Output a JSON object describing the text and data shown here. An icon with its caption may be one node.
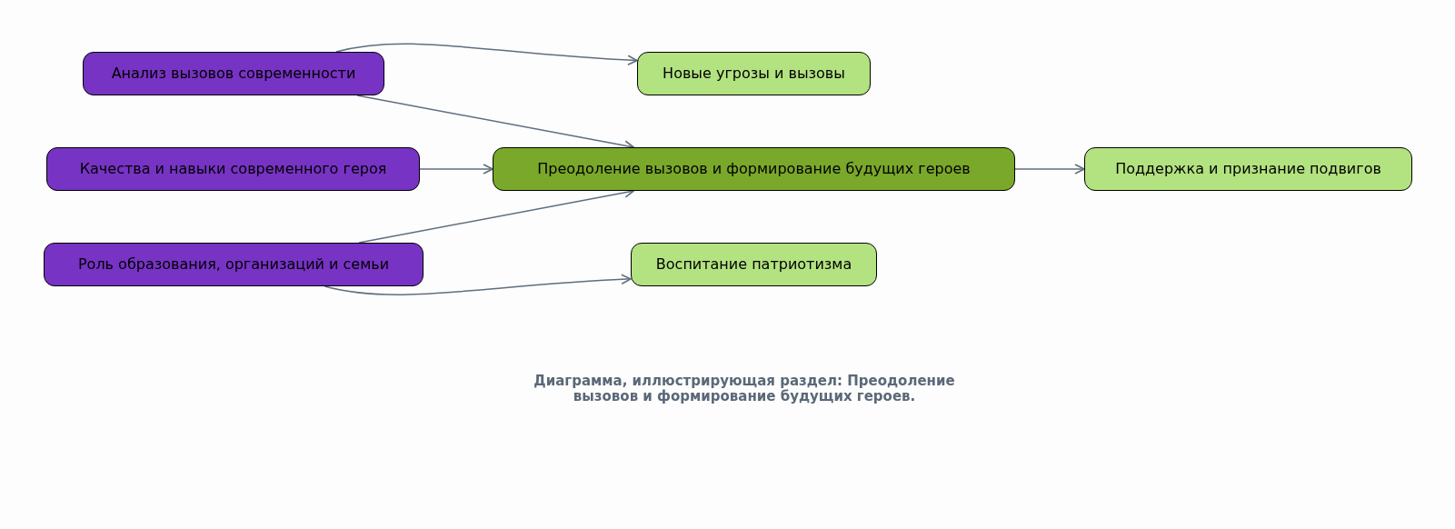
{
  "diagram": {
    "caption": "Диаграмма, иллюстрирующая раздел: Преодоление вызовов и формирование будущих героев.",
    "nodes": [
      {
        "text": [
          "Анализ вызовов современности"
        ]
      },
      {
        "text": [
          "Качества и навыки современного героя"
        ]
      },
      {
        "text": [
          "Роль образования, организаций и семьи"
        ]
      },
      {
        "text": [
          "Новые угрозы и вызовы"
        ]
      },
      {
        "text": [
          "Преодоление вызовов и формирование будущих героев"
        ]
      },
      {
        "text": [
          "Воспитание патриотизма"
        ]
      },
      {
        "text": [
          "Поддержка и признание подвигов"
        ]
      }
    ],
    "edges": [
      {
        "from": 0,
        "to": 3,
        "arrow": "to"
      },
      {
        "from": 0,
        "to": 4,
        "arrow": "to"
      },
      {
        "from": 1,
        "to": 4,
        "arrow": "to"
      },
      {
        "from": 2,
        "to": 4,
        "arrow": "to"
      },
      {
        "from": 2,
        "to": 5,
        "arrow": "to"
      },
      {
        "from": 4,
        "to": 6,
        "arrow": "to"
      }
    ]
  }
}
